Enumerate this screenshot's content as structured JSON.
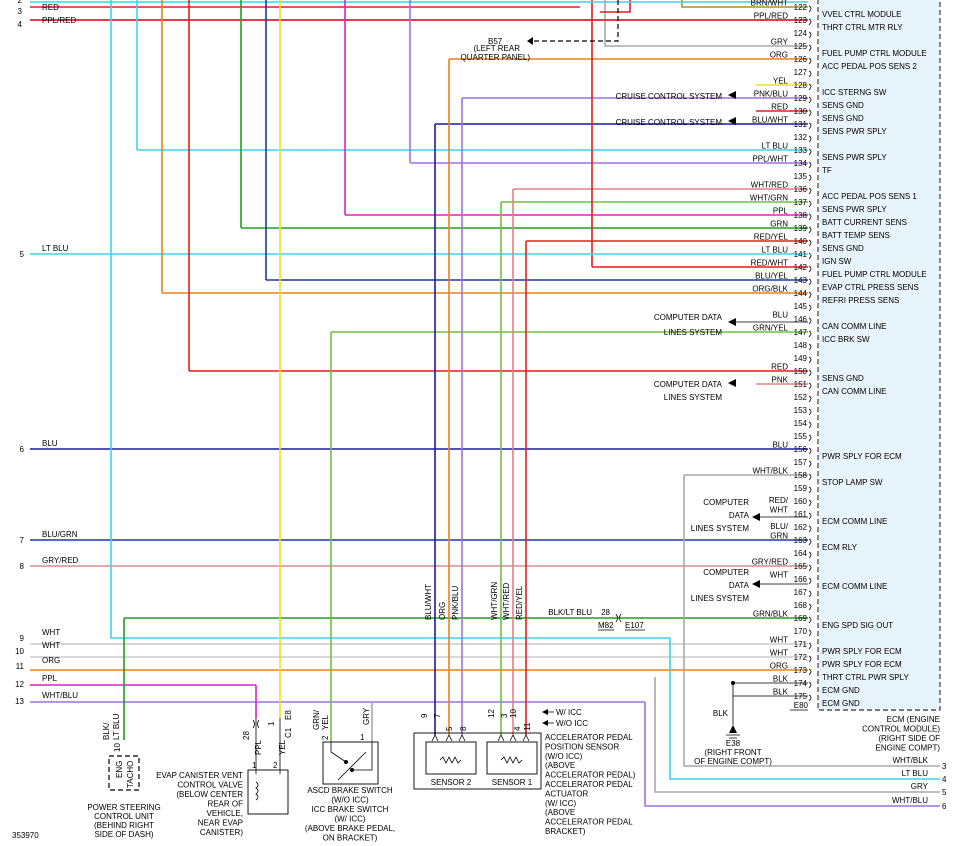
{
  "colors": {
    "cyan": "#3fd3e8",
    "red": "#e0201a",
    "magenta": "#e020c0",
    "gray": "#a9a9a9",
    "orange": "#e8821c",
    "olive": "#9a9a20",
    "yellow": "#f0e020",
    "lavender": "#a070e0",
    "navy": "#1a1aa0",
    "ltgreen": "#70c040",
    "green": "#20a020",
    "pink": "#e08080",
    "blugrn": "#1a3aa0",
    "gryred": "#d09090",
    "white": "#cccccc",
    "black": "#000000",
    "ecm_fill": "#e8f4fb"
  },
  "top_left_labels": [
    {
      "num": "2",
      "color": "RED"
    },
    {
      "num": "3",
      "color": "RED"
    },
    {
      "num": "4",
      "color": "PPL/RED"
    }
  ],
  "left_wires": [
    {
      "num": "5",
      "color": "LT BLU"
    },
    {
      "num": "6",
      "color": "BLU"
    },
    {
      "num": "7",
      "color": "BLU/GRN"
    },
    {
      "num": "8",
      "color": "GRY/RED"
    },
    {
      "num": "9",
      "color": "WHT"
    },
    {
      "num": "10",
      "color": "WHT"
    },
    {
      "num": "11",
      "color": "ORG"
    },
    {
      "num": "12",
      "color": "PPL"
    },
    {
      "num": "13",
      "color": "WHT/BLU"
    }
  ],
  "pins": [
    {
      "pin": "122",
      "wire": "BRN/WHT",
      "func": "VVEL CTRL MODULE"
    },
    {
      "pin": "123",
      "wire": "PPL/RED",
      "func": "THRT CTRL MTR RLY"
    },
    {
      "pin": "124",
      "wire": "",
      "func": ""
    },
    {
      "pin": "125",
      "wire": "GRY",
      "func": "FUEL PUMP CTRL MODULE"
    },
    {
      "pin": "126",
      "wire": "ORG",
      "func": "ACC PEDAL POS SENS 2"
    },
    {
      "pin": "127",
      "wire": "",
      "func": ""
    },
    {
      "pin": "128",
      "wire": "YEL",
      "func": "ICC STERNG SW"
    },
    {
      "pin": "129",
      "wire": "PNK/BLU",
      "func": "SENS GND"
    },
    {
      "pin": "130",
      "wire": "RED",
      "func": "SENS GND"
    },
    {
      "pin": "131",
      "wire": "BLU/WHT",
      "func": "SENS PWR SPLY"
    },
    {
      "pin": "132",
      "wire": "",
      "func": ""
    },
    {
      "pin": "133",
      "wire": "LT BLU",
      "func": "SENS PWR SPLY"
    },
    {
      "pin": "134",
      "wire": "PPL/WHT",
      "func": "TF"
    },
    {
      "pin": "135",
      "wire": "",
      "func": ""
    },
    {
      "pin": "136",
      "wire": "WHT/RED",
      "func": "ACC PEDAL POS SENS 1"
    },
    {
      "pin": "137",
      "wire": "WHT/GRN",
      "func": "SENS PWR SPLY"
    },
    {
      "pin": "138",
      "wire": "PPL",
      "func": "BATT CURRENT SENS"
    },
    {
      "pin": "139",
      "wire": "GRN",
      "func": "BATT TEMP SENS"
    },
    {
      "pin": "140",
      "wire": "RED/YEL",
      "func": "SENS GND"
    },
    {
      "pin": "141",
      "wire": "LT BLU",
      "func": "IGN SW"
    },
    {
      "pin": "142",
      "wire": "RED/WHT",
      "func": "FUEL PUMP CTRL MODULE"
    },
    {
      "pin": "143",
      "wire": "BLU/YEL",
      "func": "EVAP CTRL PRESS SENS"
    },
    {
      "pin": "144",
      "wire": "ORG/BLK",
      "func": "REFRI PRESS SENS"
    },
    {
      "pin": "145",
      "wire": "",
      "func": ""
    },
    {
      "pin": "146",
      "wire": "BLU",
      "func": "CAN COMM LINE"
    },
    {
      "pin": "147",
      "wire": "GRN/YEL",
      "func": "ICC BRK SW"
    },
    {
      "pin": "148",
      "wire": "",
      "func": ""
    },
    {
      "pin": "149",
      "wire": "",
      "func": ""
    },
    {
      "pin": "150",
      "wire": "RED",
      "func": "SENS GND"
    },
    {
      "pin": "151",
      "wire": "PNK",
      "func": "CAN COMM LINE"
    },
    {
      "pin": "152",
      "wire": "",
      "func": ""
    },
    {
      "pin": "153",
      "wire": "",
      "func": ""
    },
    {
      "pin": "154",
      "wire": "",
      "func": ""
    },
    {
      "pin": "155",
      "wire": "",
      "func": ""
    },
    {
      "pin": "156",
      "wire": "BLU",
      "func": "PWR SPLY FOR ECM"
    },
    {
      "pin": "157",
      "wire": "",
      "func": ""
    },
    {
      "pin": "158",
      "wire": "WHT/BLK",
      "func": "STOP LAMP SW"
    },
    {
      "pin": "159",
      "wire": "",
      "func": ""
    },
    {
      "pin": "160",
      "wire": "",
      "func": ""
    },
    {
      "pin": "161",
      "wire": "WHT",
      "func": "ECM COMM LINE"
    },
    {
      "pin": "162",
      "wire": "",
      "func": ""
    },
    {
      "pin": "163",
      "wire": "GRN",
      "func": "ECM RLY"
    },
    {
      "pin": "164",
      "wire": "",
      "func": ""
    },
    {
      "pin": "165",
      "wire": "GRY/RED",
      "func": ""
    },
    {
      "pin": "166",
      "wire": "WHT",
      "func": "ECM COMM LINE"
    },
    {
      "pin": "167",
      "wire": "",
      "func": ""
    },
    {
      "pin": "168",
      "wire": "",
      "func": ""
    },
    {
      "pin": "169",
      "wire": "GRN/BLK",
      "func": "ENG SPD SIG OUT"
    },
    {
      "pin": "170",
      "wire": "",
      "func": ""
    },
    {
      "pin": "171",
      "wire": "WHT",
      "func": "PWR SPLY FOR ECM"
    },
    {
      "pin": "172",
      "wire": "WHT",
      "func": "PWR SPLY FOR ECM"
    },
    {
      "pin": "173",
      "wire": "ORG",
      "func": "THRT CTRL PWR SPLY"
    },
    {
      "pin": "174",
      "wire": "BLK",
      "func": "ECM GND"
    },
    {
      "pin": "175",
      "wire": "BLK",
      "func": "ECM GND"
    }
  ],
  "wire_prefix": {
    "p161": "RED/",
    "p163": "BLU/"
  },
  "connector_e80": "E80",
  "ecm_label": [
    "ECM (ENGINE",
    "CONTROL MODULE)",
    "(RIGHT SIDE OF",
    "ENGINE COMPT)"
  ],
  "cruise_control": "CRUISE CONTROL SYSTEM",
  "comp_data": [
    "COMPUTER DATA",
    "LINES SYSTEM"
  ],
  "comp_data3": [
    "COMPUTER",
    "DATA",
    "LINES SYSTEM"
  ],
  "b57": {
    "id": "B57",
    "loc": [
      "(LEFT REAR",
      "QUARTER PANEL)"
    ]
  },
  "e38": {
    "id": "E38",
    "wire": "BLK",
    "loc": [
      "(RIGHT FRONT",
      "OF ENGINE COMPT)"
    ]
  },
  "m82": {
    "conn": "M82",
    "pin": "28",
    "wire": "BLK/LT BLU",
    "e107": "E107"
  },
  "right_exit": [
    {
      "num": "3",
      "color": "WHT/BLK"
    },
    {
      "num": "4",
      "color": "LT BLU"
    },
    {
      "num": "5",
      "color": "GRY"
    },
    {
      "num": "6",
      "color": "WHT/BLU"
    }
  ],
  "vertical_wire_labels": {
    "blu_wht": "BLU/WHT",
    "org": "ORG",
    "pnk_blu": "PNK/BLU",
    "wht_grn": "WHT/GRN",
    "wht_red": "WHT/RED",
    "red_yel": "RED/YEL"
  },
  "app_pins": {
    "left": [
      "9",
      "7",
      "5",
      "8"
    ],
    "right": [
      "12",
      "3",
      "10",
      "4",
      "11"
    ],
    "w_icc": "W/ ICC",
    "wo_icc": "W/O ICC"
  },
  "app_sensor": {
    "s2": "SENSOR 2",
    "s1": "SENSOR 1",
    "desc": [
      "ACCELERATOR PEDAL",
      "POSITION SENSOR",
      "(W/O ICC)",
      "(ABOVE",
      "ACCELERATOR PEDAL)",
      "ACCELERATOR PEDAL",
      "ACTUATOR",
      "(W/ ICC)",
      "(ABOVE",
      "ACCELERATOR PEDAL",
      "BRACKET)"
    ]
  },
  "ps_unit": {
    "pin": "10",
    "wire1": "BLK/",
    "wire2": "LT BLU",
    "inner1": "ENG",
    "inner2": "TACHO",
    "label": [
      "POWER STEERING",
      "CONTROL UNIT",
      "(BEHIND RIGHT",
      "SIDE OF DASH)"
    ]
  },
  "evap_valve": {
    "pin_a": "28",
    "wire_a": "PPL",
    "pin_b": "1",
    "wire_b": "YEL",
    "c1": "C1",
    "e8": "E8",
    "pins_inner": [
      "1",
      "2"
    ],
    "label": [
      "EVAP CANISTER VENT",
      "CONTROL VALVE",
      "(BELOW CENTER",
      "REAR OF",
      "VEHICLE,",
      "NEAR EVAP",
      "CANISTER)"
    ]
  },
  "brake_switch": {
    "pin_a": "2",
    "wire_a1": "GRN/",
    "wire_a2": "YEL",
    "pin_b": "1",
    "wire_b": "GRY",
    "label": [
      "ASCD BRAKE SWITCH",
      "(W/O ICC)",
      "ICC BRAKE SWITCH",
      "(W/ ICC)",
      "(ABOVE BRAKE PEDAL,",
      "ON BRACKET)"
    ]
  },
  "footer_id": "353970"
}
